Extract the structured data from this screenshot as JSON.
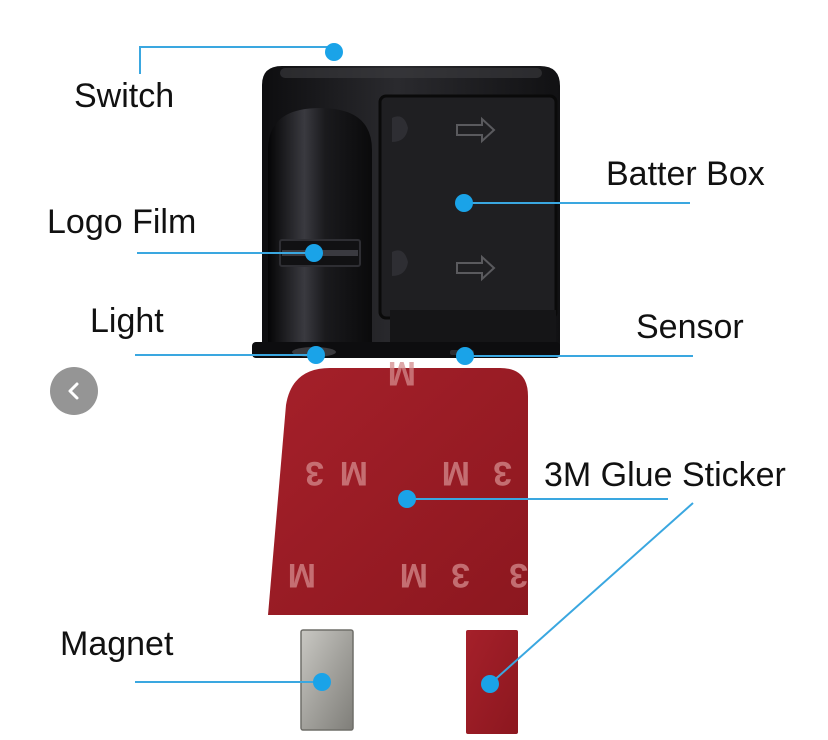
{
  "labels": {
    "switch": "Switch",
    "logo_film": "Logo Film",
    "light": "Light",
    "batter_box": "Batter Box",
    "sensor": "Sensor",
    "glue_sticker": "3M Glue Sticker",
    "magnet": "Magnet"
  },
  "sticker_print": [
    "3",
    "M"
  ],
  "colors": {
    "leader_line": "#3aa7e0",
    "device_body": "#1c1c1e",
    "sticker_red": "#9a1c22",
    "magnet_gray": "#a9a8a3",
    "nav_button": "#8a8a8a"
  },
  "icons": {
    "nav": "chevron-left-icon"
  }
}
